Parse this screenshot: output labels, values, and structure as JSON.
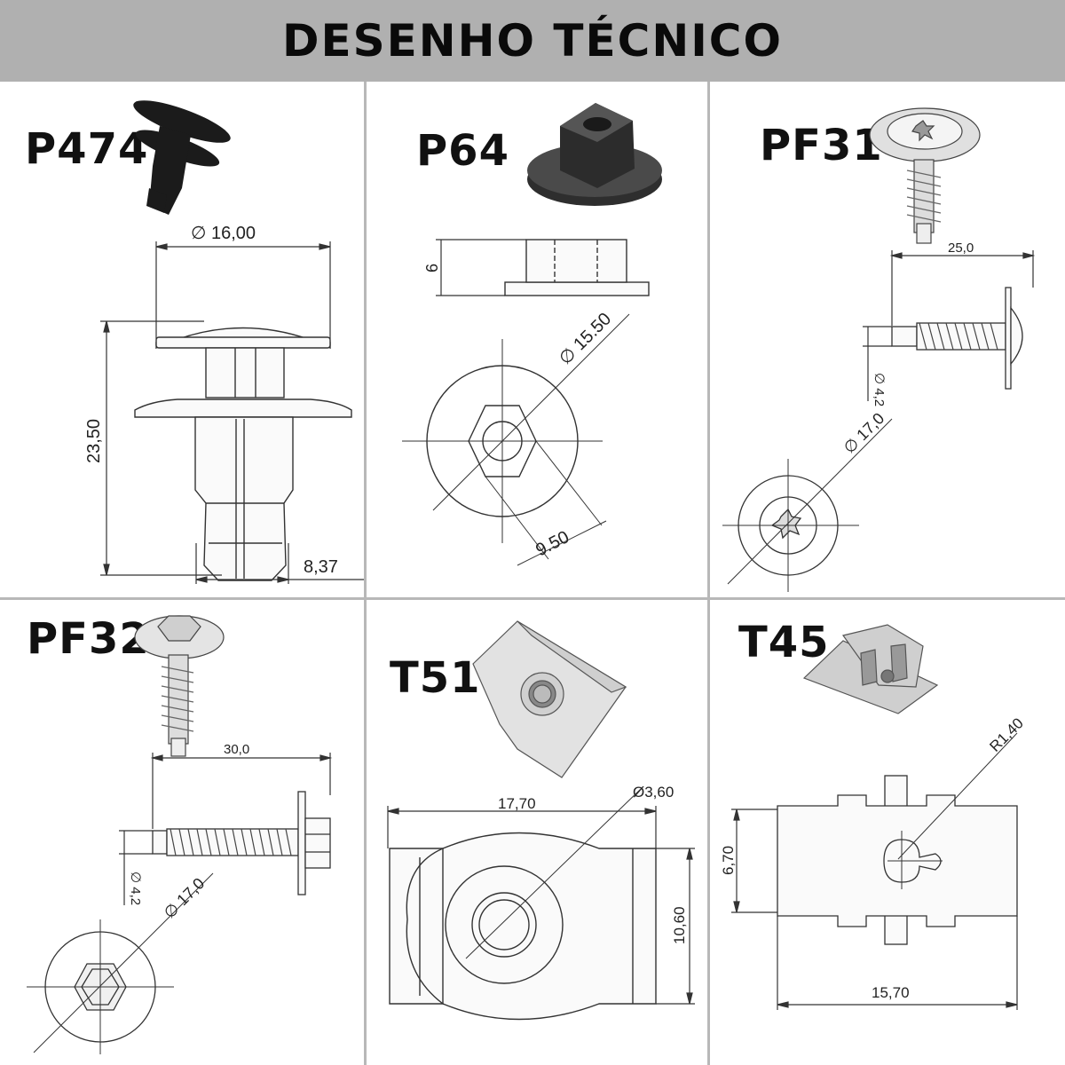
{
  "title": "DESENHO TÉCNICO",
  "parts": {
    "p474": {
      "code": "P474",
      "dim_diameter": "∅ 16,00",
      "dim_height": "23,50",
      "dim_tip": "8,37"
    },
    "p64": {
      "code": "P64",
      "dim_height": "6",
      "dim_diameter": "∅ 15.50",
      "dim_hex": "9.50"
    },
    "pf31": {
      "code": "PF31",
      "dim_length": "25,0",
      "dim_shank": "∅ 4,2",
      "dim_head": "∅ 17,0"
    },
    "pf32": {
      "code": "PF32",
      "dim_length": "30,0",
      "dim_shank": "∅ 4,2",
      "dim_head": "∅ 17,0"
    },
    "t51": {
      "code": "T51",
      "dim_width": "17,70",
      "dim_hole": "Ø3,60",
      "dim_height": "10,60"
    },
    "t45": {
      "code": "T45",
      "dim_radius": "R1,40",
      "dim_height": "6,70",
      "dim_width": "15,70"
    }
  }
}
